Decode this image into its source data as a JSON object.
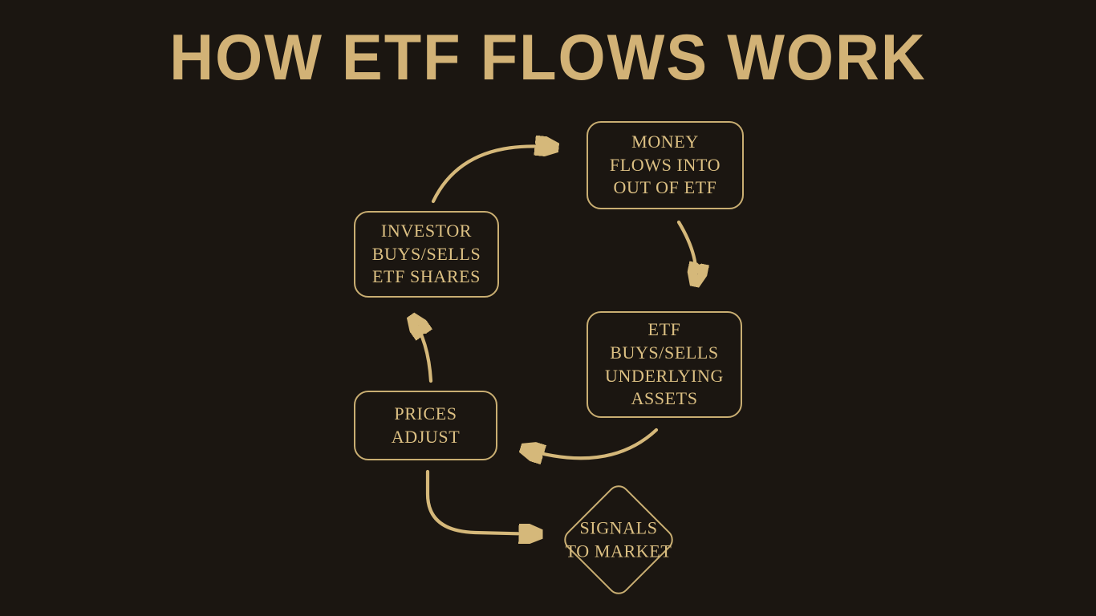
{
  "title": "HOW ETF FLOWS WORK",
  "colors": {
    "background": "#1b1611",
    "title_gold": "#d2b276",
    "outline_gold": "#c9ae72",
    "text_gold": "#dcc083",
    "arrow_gold": "#d5b87a"
  },
  "diagram": {
    "nodes": [
      {
        "id": "money-flow",
        "shape": "rounded-rectangle",
        "lines": [
          "MONEY",
          "FLOWS INTO",
          "OUT OF ETF"
        ]
      },
      {
        "id": "investor-trades",
        "shape": "rounded-rectangle",
        "lines": [
          "INVESTOR",
          "BUYS/SELLS",
          "ETF SHARES"
        ]
      },
      {
        "id": "etf-trades",
        "shape": "rounded-rectangle",
        "lines": [
          "ETF",
          "BUYS/SELLS",
          "UNDERLYING",
          "ASSETS"
        ]
      },
      {
        "id": "prices-adjust",
        "shape": "rounded-rectangle",
        "lines": [
          "PRICES",
          "ADJUST"
        ]
      },
      {
        "id": "signals-to-market",
        "shape": "diamond",
        "lines": [
          "SIGNALS",
          "TO MARKET"
        ]
      }
    ],
    "edges": [
      {
        "from": "investor-trades",
        "to": "money-flow"
      },
      {
        "from": "money-flow",
        "to": "etf-trades"
      },
      {
        "from": "etf-trades",
        "to": "prices-adjust"
      },
      {
        "from": "prices-adjust",
        "to": "investor-trades"
      },
      {
        "from": "prices-adjust",
        "to": "signals-to-market"
      }
    ]
  }
}
